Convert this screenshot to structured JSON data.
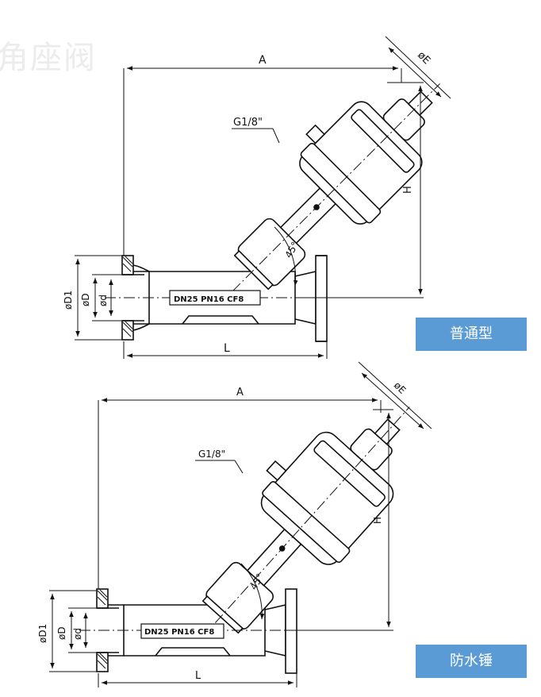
{
  "watermark": "角座阀",
  "colors": {
    "line": "#111111",
    "badge": "#5b9bd5",
    "badge_text": "#ffffff",
    "watermark": "#ececec"
  },
  "views": [
    {
      "badge": "普通型",
      "labels": {
        "A": "A",
        "E": "øE",
        "H": "H",
        "L": "L",
        "D1": "øD1",
        "D": "øD",
        "d": "ød",
        "angle": "45°",
        "port": "G1/8\"",
        "body_mark": "DN25 PN16 CF8"
      }
    },
    {
      "badge": "防水锤",
      "labels": {
        "A": "A",
        "E": "øE",
        "H": "H",
        "L": "L",
        "D1": "øD1",
        "D": "øD",
        "d": "ød",
        "angle": "45°",
        "port": "G1/8\"",
        "body_mark": "DN25 PN16 CF8"
      }
    }
  ]
}
